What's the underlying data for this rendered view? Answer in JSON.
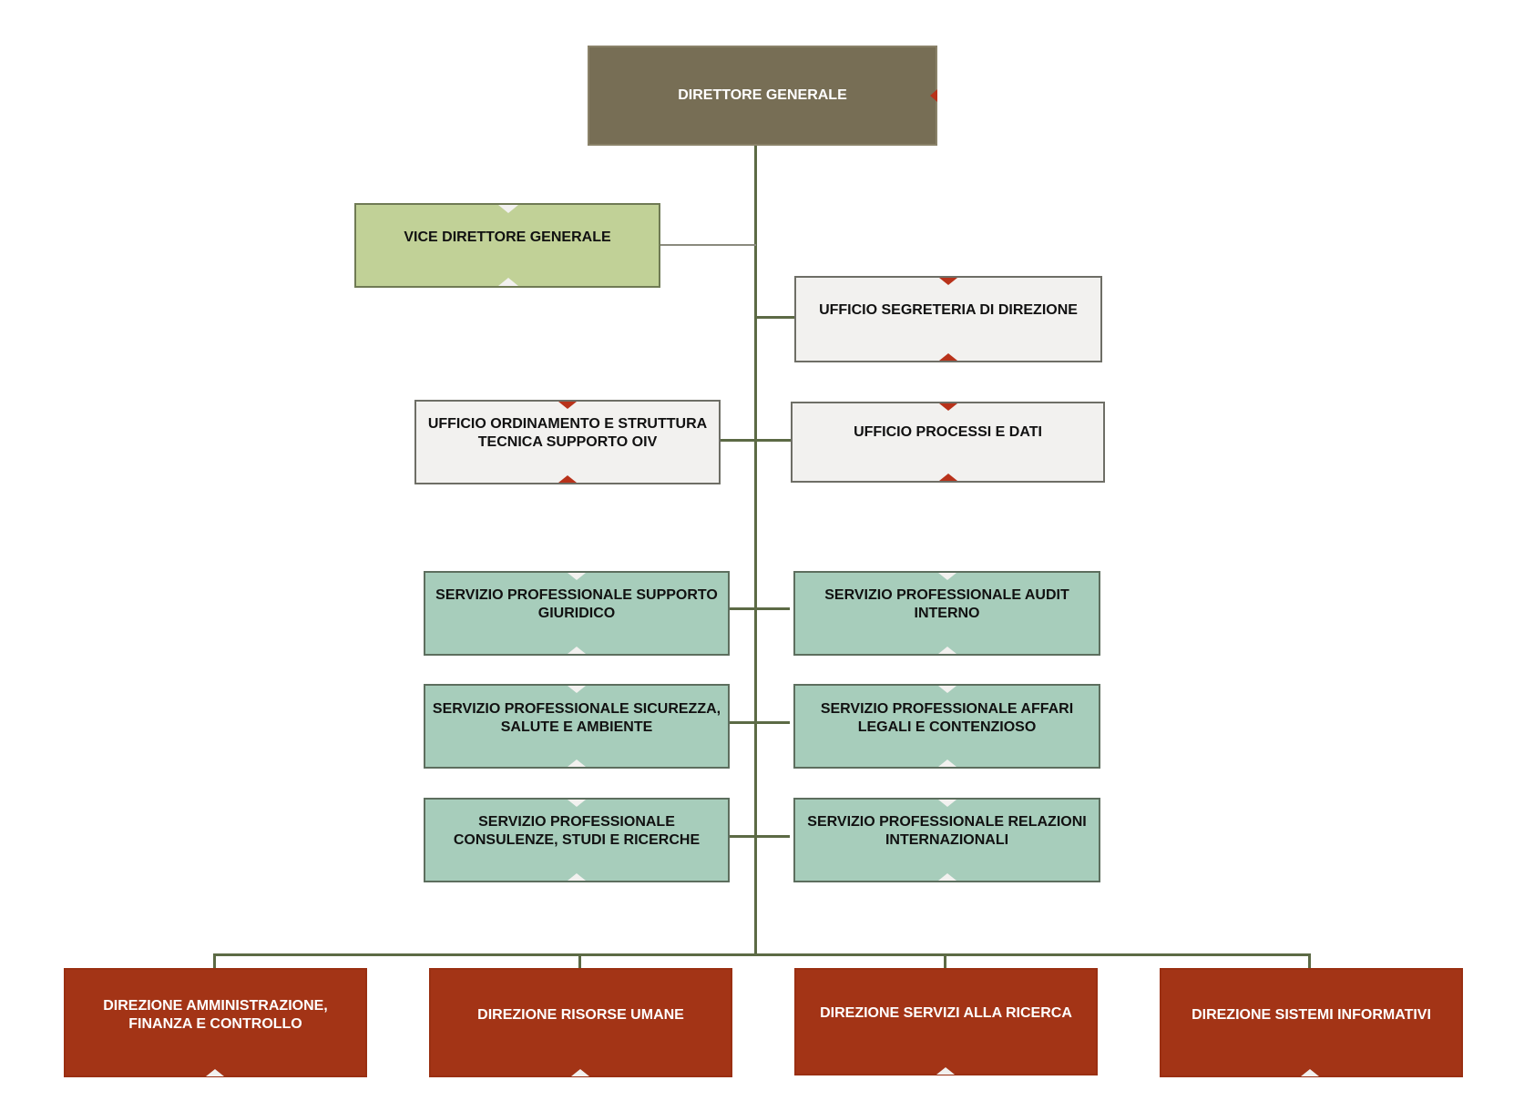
{
  "colors": {
    "connector": "#5c6a45",
    "director_fill": "#776e55",
    "director_border": "#8a8269",
    "vice_fill": "#c1d197",
    "vice_border": "#6f7a54",
    "office_fill": "#f2f1ef",
    "office_border": "#6e6e66",
    "service_fill": "#a7cdbb",
    "service_border": "#5d6e5e",
    "direction_fill": "#a33416",
    "direction_border": "#9a2f12",
    "notch_red": "#b8321a"
  },
  "nodes": {
    "director_general": "DIRETTORE GENERALE",
    "vice_director": "VICE DIRETTORE GENERALE",
    "segreteria": "UFFICIO SEGRETERIA DI DIREZIONE",
    "ordinamento": "UFFICIO ORDINAMENTO E STRUTTURA TECNICA SUPPORTO OIV",
    "processi_dati": "UFFICIO PROCESSI E DATI",
    "supporto_giuridico": "SERVIZIO PROFESSIONALE SUPPORTO GIURIDICO",
    "audit_interno": "SERVIZIO PROFESSIONALE AUDIT INTERNO",
    "sicurezza": "SERVIZIO PROFESSIONALE SICUREZZA, SALUTE E AMBIENTE",
    "affari_legali": "SERVIZIO PROFESSIONALE AFFARI LEGALI E CONTENZIOSO",
    "consulenze": "SERVIZIO PROFESSIONALE CONSULENZE, STUDI E RICERCHE",
    "relazioni": "SERVIZIO PROFESSIONALE RELAZIONI INTERNAZIONALI",
    "dir_amministrazione": "DIREZIONE AMMINISTRAZIONE, FINANZA E CONTROLLO",
    "dir_risorse": "DIREZIONE RISORSE UMANE",
    "dir_ricerca": "DIREZIONE  SERVIZI ALLA RICERCA",
    "dir_sistemi": "DIREZIONE SISTEMI INFORMATIVI"
  }
}
